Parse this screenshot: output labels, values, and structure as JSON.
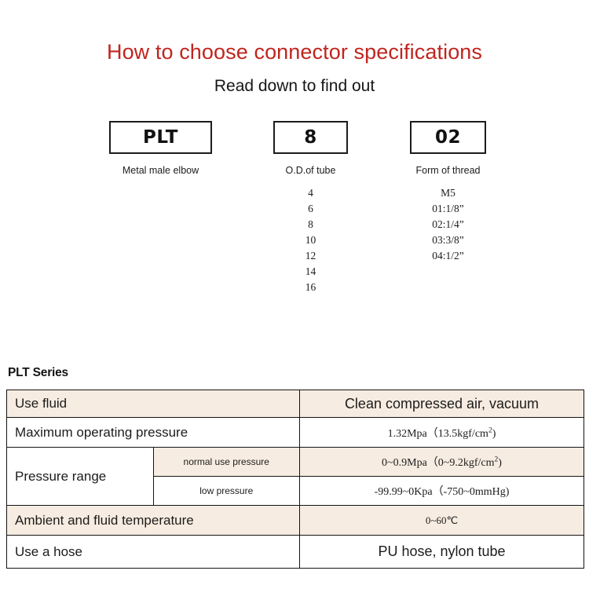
{
  "header": {
    "title": "How to choose connector specifications",
    "subtitle": "Read down to find out",
    "title_color": "#c0251f"
  },
  "code_breakdown": {
    "columns": [
      {
        "box_value": "PLT",
        "caption": "Metal male elbow",
        "options": []
      },
      {
        "box_value": "8",
        "caption": "O.D.of tube",
        "options": [
          "4",
          "6",
          "8",
          "10",
          "12",
          "14",
          "16"
        ]
      },
      {
        "box_value": "02",
        "caption": "Form of thread",
        "options": [
          "M5",
          "01:1/8”",
          "02:1/4”",
          "03:3/8”",
          "04:1/2”"
        ]
      }
    ]
  },
  "spec": {
    "heading": "PLT Series",
    "row_beige_color": "#f7ece1",
    "rows": [
      {
        "label": "Use fluid",
        "sublabel": null,
        "value": "Clean compressed air, vacuum"
      },
      {
        "label": "Maximum operating pressure",
        "sublabel": null,
        "value": "1.32Mpa（13.5kgf/cm",
        "value_sup": "2",
        "value_tail": ")"
      },
      {
        "label": "Pressure range",
        "sublabel": "normal use pressure",
        "value": "0~0.9Mpa（0~9.2kgf/cm",
        "value_sup": "2",
        "value_tail": ")"
      },
      {
        "label": null,
        "sublabel": "low pressure",
        "value": "-99.99~0Kpa（-750~0mmHg)"
      },
      {
        "label": "Ambient and fluid temperature",
        "sublabel": null,
        "value": "0~60℃"
      },
      {
        "label": "Use a hose",
        "sublabel": null,
        "value": "PU hose, nylon tube"
      }
    ]
  }
}
